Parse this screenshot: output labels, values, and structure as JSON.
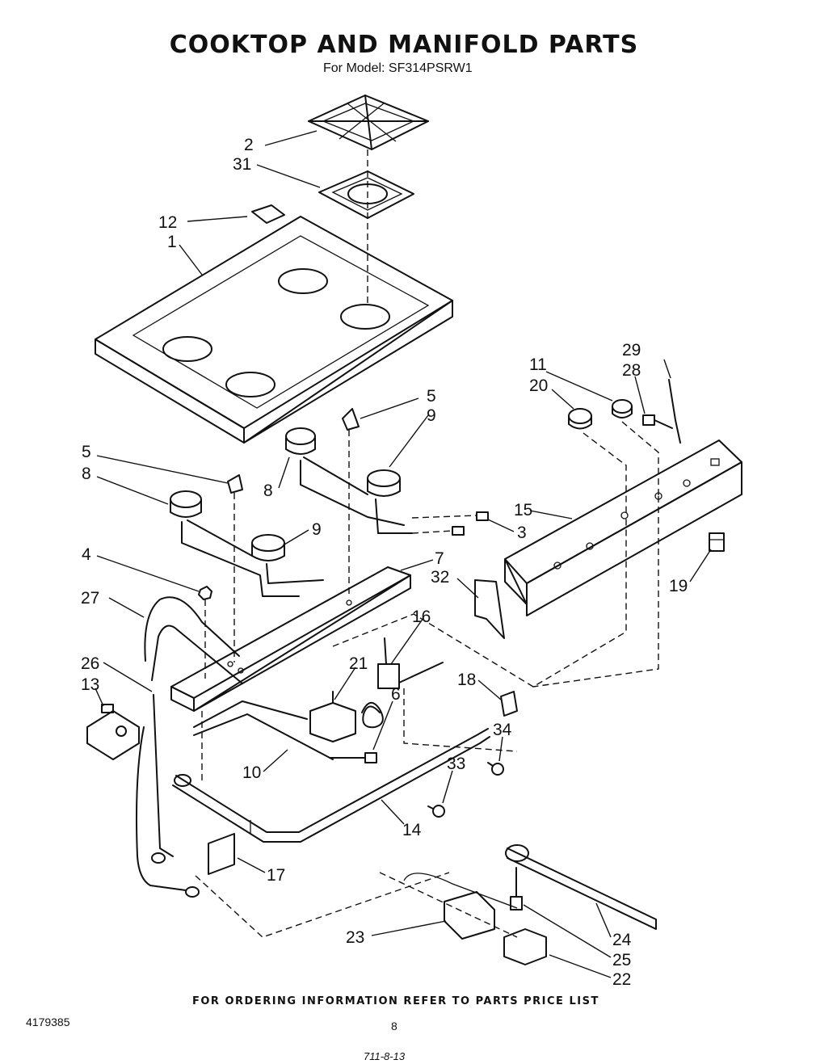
{
  "header": {
    "title": "COOKTOP AND MANIFOLD PARTS",
    "subtitle": "For Model: SF314PSRW1"
  },
  "callouts": [
    {
      "label": "2"
    },
    {
      "label": "31"
    },
    {
      "label": "12"
    },
    {
      "label": "1"
    },
    {
      "label": "29"
    },
    {
      "label": "11"
    },
    {
      "label": "28"
    },
    {
      "label": "20"
    },
    {
      "label": "5"
    },
    {
      "label": "9"
    },
    {
      "label": "5"
    },
    {
      "label": "8"
    },
    {
      "label": "8"
    },
    {
      "label": "15"
    },
    {
      "label": "9"
    },
    {
      "label": "3"
    },
    {
      "label": "4"
    },
    {
      "label": "7"
    },
    {
      "label": "32"
    },
    {
      "label": "19"
    },
    {
      "label": "27"
    },
    {
      "label": "16"
    },
    {
      "label": "21"
    },
    {
      "label": "26"
    },
    {
      "label": "13"
    },
    {
      "label": "18"
    },
    {
      "label": "6"
    },
    {
      "label": "34"
    },
    {
      "label": "10"
    },
    {
      "label": "33"
    },
    {
      "label": "14"
    },
    {
      "label": "17"
    },
    {
      "label": "23"
    },
    {
      "label": "24"
    },
    {
      "label": "25"
    },
    {
      "label": "22"
    }
  ],
  "footer": {
    "ordering_note": "FOR ORDERING INFORMATION REFER TO PARTS PRICE LIST",
    "doc_number": "4179385",
    "page_number": "8",
    "hand_note": "711-8-13"
  }
}
